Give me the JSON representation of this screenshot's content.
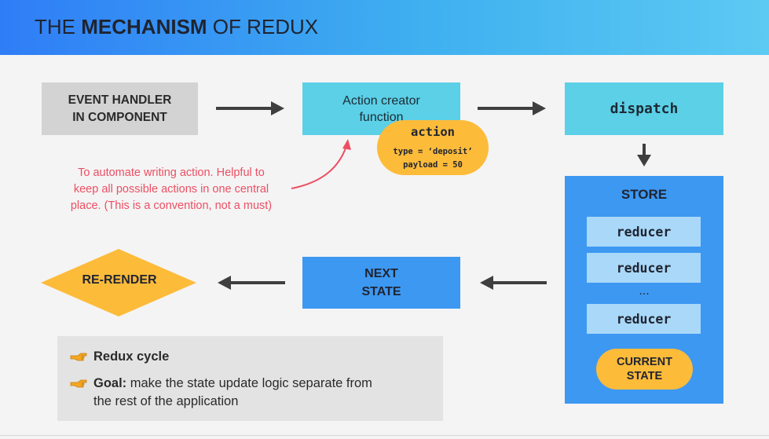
{
  "header": {
    "title_prefix": "THE ",
    "title_bold": "MECHANISM",
    "title_suffix": " OF REDUX"
  },
  "diagram": {
    "event_handler": {
      "line1": "EVENT HANDLER",
      "line2": "IN COMPONENT"
    },
    "action_creator": {
      "line1": "Action creator",
      "line2": "function"
    },
    "action": {
      "title": "action",
      "line1": "type = ‘deposit’",
      "line2": "payload = 50"
    },
    "note": {
      "line1": "To automate writing action. Helpful to",
      "line2": "keep all possible actions in one central",
      "line3": "place. (This is a convention, not a must)"
    },
    "dispatch": {
      "label": "dispatch"
    },
    "store": {
      "title": "STORE",
      "reducers": [
        "reducer",
        "reducer",
        "reducer"
      ],
      "ellipsis": "...",
      "current_state": {
        "line1": "CURRENT",
        "line2": "STATE"
      }
    },
    "next_state": {
      "line1": "NEXT",
      "line2": "STATE"
    },
    "rerender": {
      "label": "RE-RENDER"
    }
  },
  "info": {
    "bullet1": {
      "bold": "Redux cycle"
    },
    "bullet2": {
      "bold": "Goal:",
      "line1": " make the state update logic separate from",
      "line2": "the rest of the application"
    }
  },
  "colors": {
    "cyan_box": "#5bd0e6",
    "blue_box": "#3d98f2",
    "reducer_bg": "#a9d8f8",
    "orange": "#fdbb3a",
    "note_red": "#ec4f63",
    "grey_box": "#d3d3d3"
  },
  "icons": [
    "arrow-right-icon",
    "arrow-down-icon",
    "arrow-left-icon",
    "curved-arrow-icon",
    "pointing-hand-icon"
  ]
}
